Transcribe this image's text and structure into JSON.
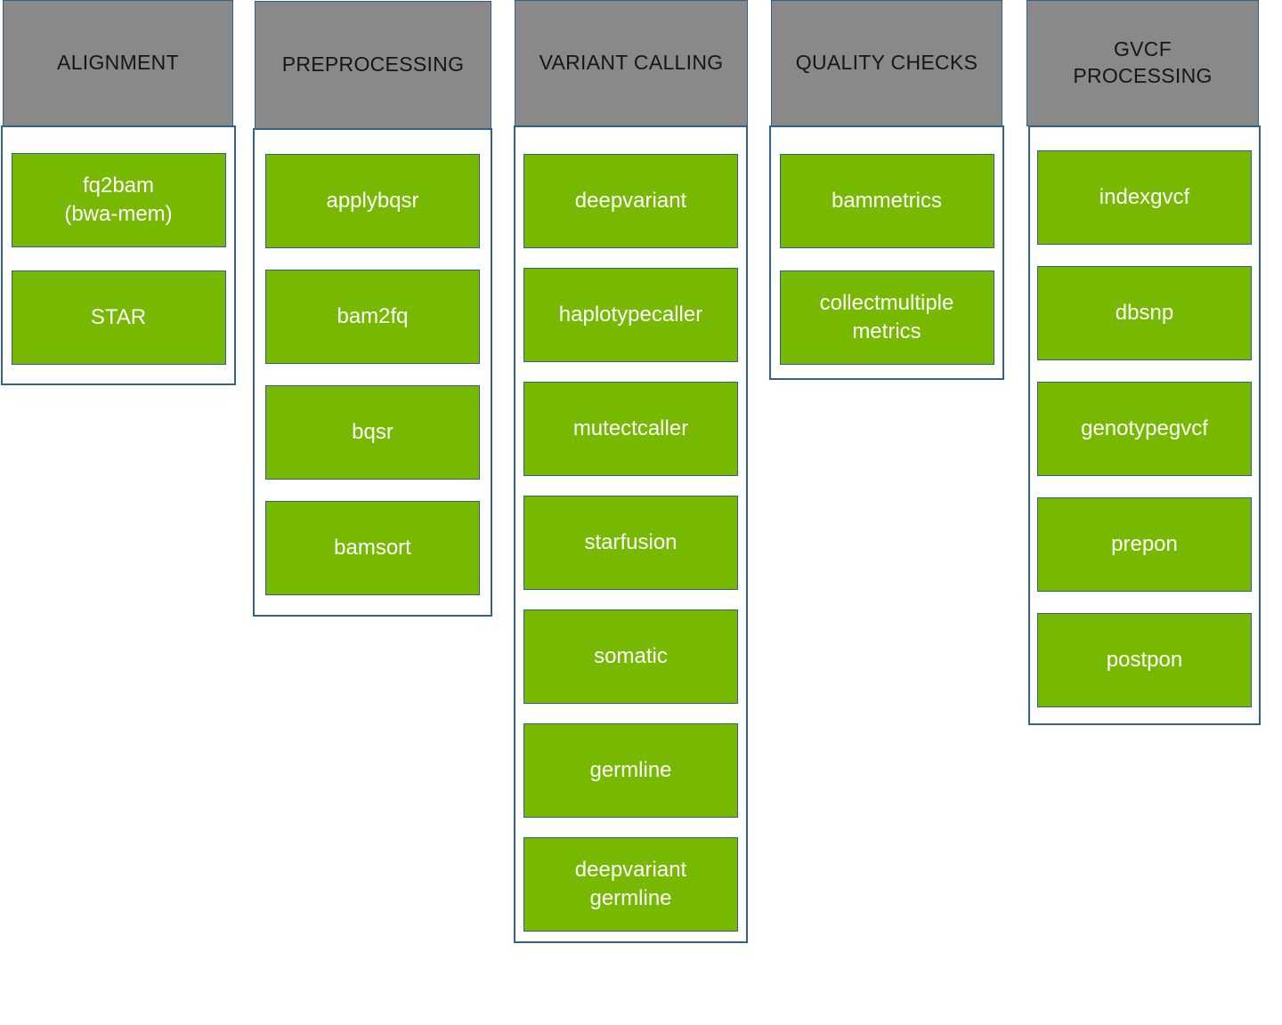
{
  "diagram": {
    "title": "genomics-pipeline-stages",
    "colors": {
      "box_green": "#76b900",
      "header_gray": "#898989",
      "shape_border_blue": "#2e6093",
      "container_border_blue": "#35618f",
      "header_text": "#161616",
      "box_text": "#ffffff"
    },
    "columns": [
      {
        "title": "ALIGNMENT",
        "boxes": [
          "fq2bam\n(bwa-mem)",
          "STAR"
        ]
      },
      {
        "title": "PREPROCESSING",
        "boxes": [
          "applybqsr",
          "bam2fq",
          "bqsr",
          "bamsort"
        ]
      },
      {
        "title": "VARIANT CALLING",
        "boxes": [
          "deepvariant",
          "haplotypecaller",
          "mutectcaller",
          "starfusion",
          "somatic",
          "germline",
          "deepvariant\ngermline"
        ]
      },
      {
        "title": "QUALITY CHECKS",
        "boxes": [
          "bammetrics",
          "collectmultiple\nmetrics"
        ]
      },
      {
        "title": "GVCF\nPROCESSING",
        "boxes": [
          "indexgvcf",
          "dbsnp",
          "genotypegvcf",
          "prepon",
          "postpon"
        ]
      }
    ]
  }
}
